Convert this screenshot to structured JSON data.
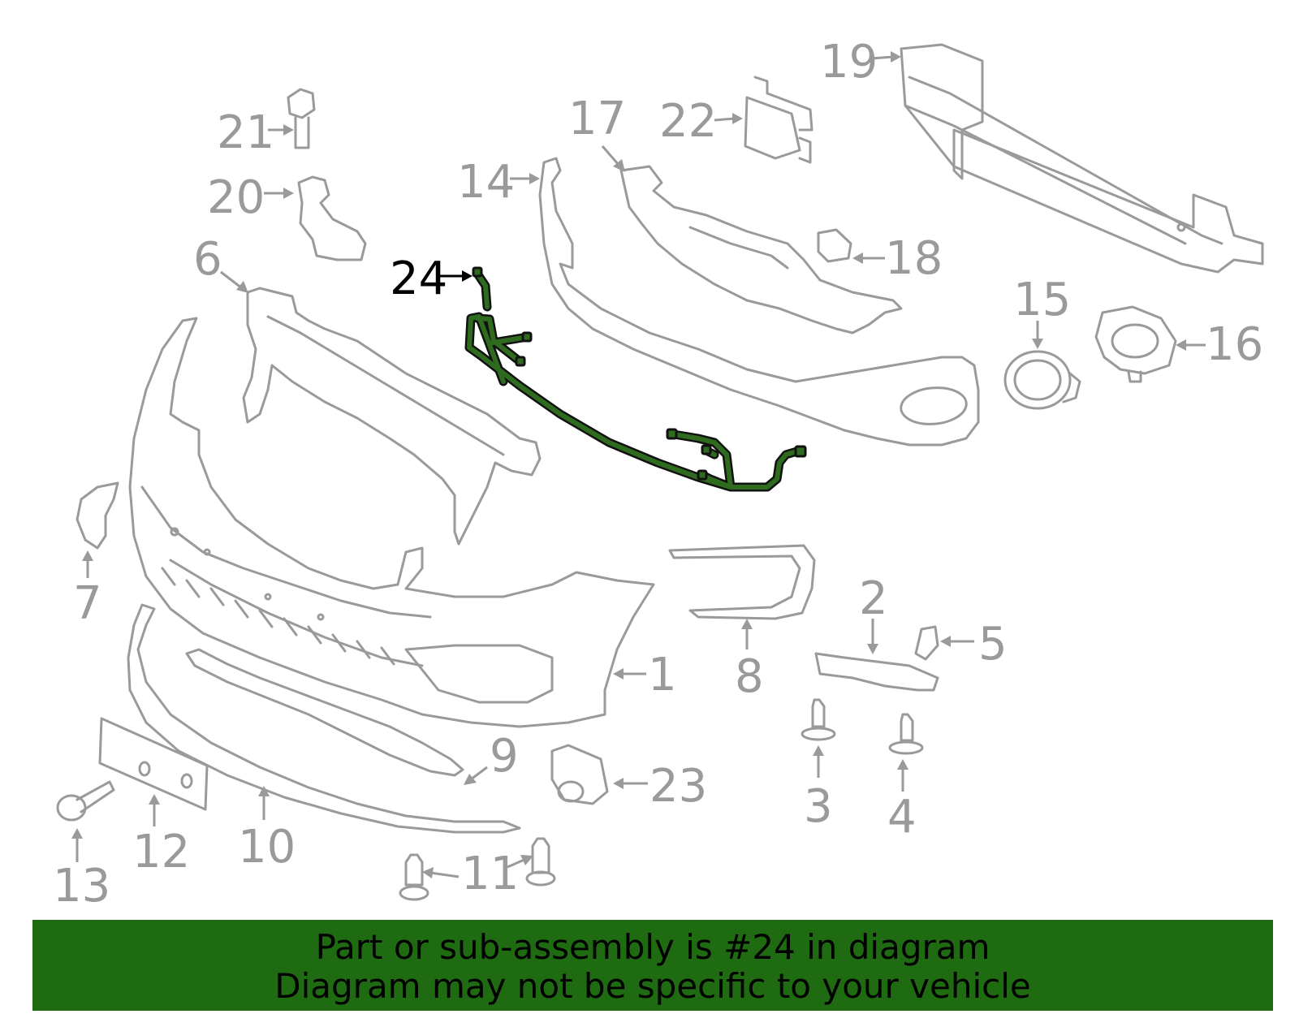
{
  "diagram": {
    "highlighted_callout": "24",
    "callouts": {
      "c1": "1",
      "c2": "2",
      "c3": "3",
      "c4": "4",
      "c5": "5",
      "c6": "6",
      "c7": "7",
      "c8": "8",
      "c9": "9",
      "c10": "10",
      "c11": "11",
      "c12": "12",
      "c13": "13",
      "c14": "14",
      "c15": "15",
      "c16": "16",
      "c17": "17",
      "c18": "18",
      "c19": "19",
      "c20": "20",
      "c21": "21",
      "c22": "22",
      "c23": "23",
      "c24": "24"
    },
    "colors": {
      "part_line": "#9a9a9a",
      "highlight": "#2e6b1f",
      "banner_bg": "#1f6b12"
    }
  },
  "banner": {
    "line1": "Part or sub-assembly is #24 in diagram",
    "line2": "Diagram may not be specific to your vehicle"
  }
}
